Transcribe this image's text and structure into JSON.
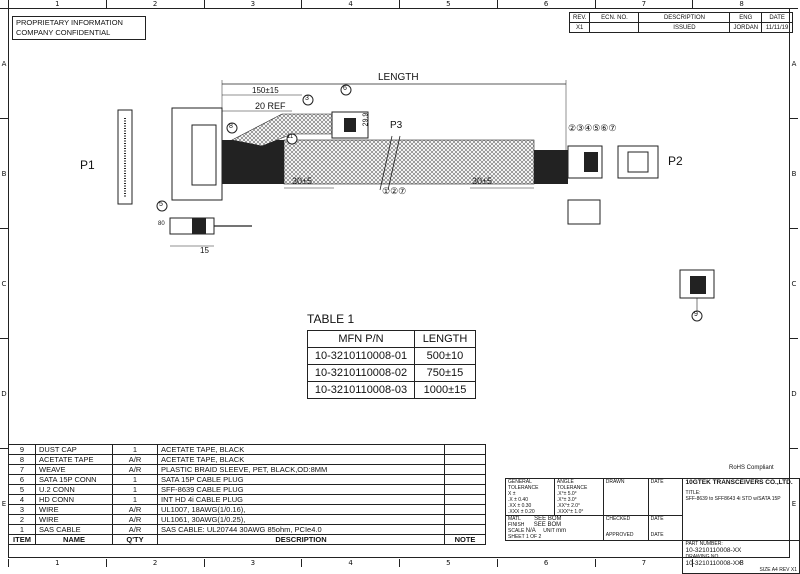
{
  "border": {
    "columns": [
      "1",
      "2",
      "3",
      "4",
      "5",
      "6",
      "7",
      "8"
    ],
    "rows": [
      "A",
      "B",
      "C",
      "D",
      "E"
    ]
  },
  "header_note": {
    "line1": "PROPRIETARY INFORMATION",
    "line2": "COMPANY CONFIDENTIAL"
  },
  "revision": {
    "headers": [
      "REV.",
      "ECN. NO.",
      "DESCRIPTION",
      "ENG",
      "DATE"
    ],
    "row": [
      "X1",
      "",
      "ISSUED",
      "JORDAN",
      "11/11/19"
    ]
  },
  "drawing": {
    "length_label": "LENGTH",
    "dim_150": "150±15",
    "dim_20ref": "20 REF",
    "dim_29": "29.9",
    "p1": "P1",
    "p2": "P2",
    "p3": "P3",
    "dim_30_left": "30±5",
    "dim_30_right": "30±5",
    "dim_15": "15",
    "dim_80": "80",
    "callout_3": "3",
    "callout_6": "6",
    "callout_8": "8",
    "callout_11": "11",
    "callout_5": "5",
    "callout_9": "9",
    "callout_127": "①②⑦",
    "callout_row": "②③④⑤⑥⑦"
  },
  "table1": {
    "title": "TABLE 1",
    "headers": [
      "MFN P/N",
      "LENGTH"
    ],
    "rows": [
      [
        "10-3210110008-01",
        "500±10"
      ],
      [
        "10-3210110008-02",
        "750±15"
      ],
      [
        "10-3210110008-03",
        "1000±15"
      ]
    ]
  },
  "bom": {
    "rows": [
      [
        "9",
        "DUST CAP",
        "1",
        "ACETATE TAPE,   BLACK",
        ""
      ],
      [
        "8",
        "ACETATE TAPE",
        "A/R",
        "ACETATE TAPE,   BLACK",
        ""
      ],
      [
        "7",
        "WEAVE",
        "A/R",
        "PLASTIC BRAID SLEEVE, PET, BLACK,OD:8MM",
        ""
      ],
      [
        "6",
        "SATA 15P CONN",
        "1",
        "SATA 15P CABLE PLUG",
        ""
      ],
      [
        "5",
        "U.2 CONN",
        "1",
        "SFF-8639 CABLE PLUG",
        ""
      ],
      [
        "4",
        "HD CONN",
        "1",
        "INT HD 4i CABLE PLUG",
        ""
      ],
      [
        "3",
        "WIRE",
        "A/R",
        "UL1007, 18AWG(1/0.16),",
        ""
      ],
      [
        "2",
        "WIRE",
        "A/R",
        "UL1061, 30AWG(1/0.25),",
        ""
      ],
      [
        "1",
        "SAS CABLE",
        "A/R",
        "SAS CABLE: UL20744 30AWG 85ohm, PCIe4.0",
        ""
      ]
    ],
    "headers": [
      "ITEM",
      "NAME",
      "Q'TY",
      "DESCRIPTION",
      "NOTE"
    ]
  },
  "title_block": {
    "rohs": "RoHS Compliant",
    "general_tol": "GENERAL TOLERANCE",
    "tol_x": "X ±",
    "tol_1": ".X ± 0.40",
    "tol_2": ".XX ± 0.30",
    "tol_3": ".XXX ± 0.20",
    "angle_tol": "ANGLE TOLERANCE",
    "atol_1": ".X°± 5.0°",
    "atol_2": ".X°± 3.0°",
    "atol_3": ".XX°± 2.0°",
    "atol_4": ".XXX°± 1.0°",
    "drawn": "DRAWN",
    "date": "DATE",
    "checked": "CHECKED",
    "approved": "APPROVED",
    "matl": "MATL",
    "matl_val": "SEE BOM",
    "finish": "FINISH",
    "finish_val": "SEE BOM",
    "scale": "SCALE",
    "scale_val": "N/A",
    "unit": "UNIT",
    "unit_val": "mm",
    "sheet": "SHEET 1 OF 2",
    "company": "10GTEK TRANSCEIVERS CO.,LTD.",
    "title_lbl": "TITLE:",
    "title_val": "SFF-8639 to SFF8643 4i STD w/SATA 15P",
    "part_lbl": "PART NUMBER:",
    "part_val": "10-3210110008-XX",
    "dwg_lbl": "DRAWING NO.",
    "dwg_val": "10-3210110008-XX",
    "size": "SIZE A4",
    "rev": "REV X1"
  }
}
